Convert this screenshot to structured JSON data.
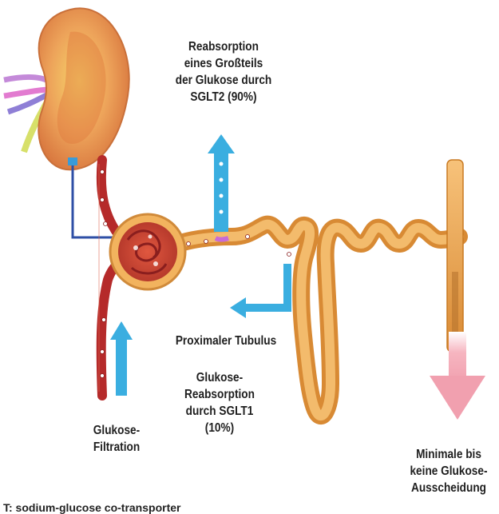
{
  "labels": {
    "sglt2": [
      "Reabsorption",
      "eines Großteils",
      "der Glukose durch",
      "SGLT2 (90%)"
    ],
    "proximal": "Proximaler Tubulus",
    "sglt1": [
      "Glukose-",
      "Reabsorption",
      "durch SGLT1",
      "(10%)"
    ],
    "filtration": [
      "Glukose-",
      "Filtration"
    ],
    "excretion": [
      "Minimale bis",
      "keine Glukose-",
      "Ausscheidung"
    ]
  },
  "top_caption": "",
  "footnote": "T: sodium-glucose co-transporter",
  "colors": {
    "tubule": "#e9a54a",
    "tubule_dark": "#c97a23",
    "vessel": "#b52a2a",
    "arrow_blue": "#3aaee0",
    "arrow_pink": "#f4a6b3",
    "connector": "#2e4fa6",
    "kidney": "#e58a4a"
  },
  "icons": [
    "kidney-illustration",
    "glomerulus",
    "glucose-molecule"
  ]
}
